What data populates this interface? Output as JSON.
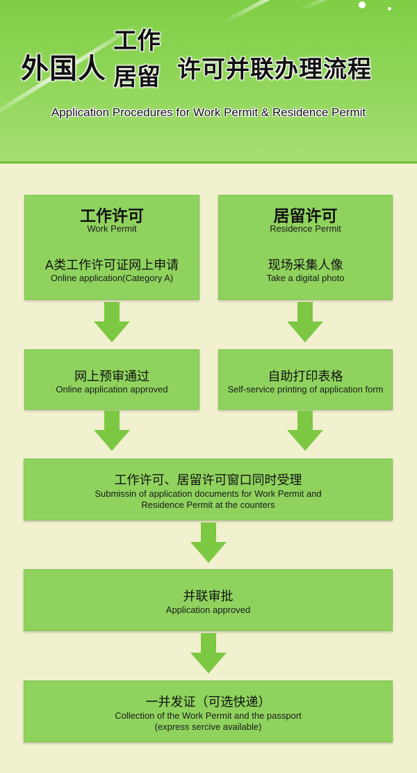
{
  "header": {
    "title_part1": "外国人",
    "title_part2_top": "工作",
    "title_part2_bottom": "居留",
    "title_part3": "许可并联办理流程",
    "title_en": "Application Procedures for Work Permit & Residence Permit"
  },
  "columns": {
    "work_permit": {
      "heading_zh": "工作许可",
      "heading_en": "Work Permit",
      "step1_zh": "A类工作许可证网上申请",
      "step1_en": "Online application(Category A)",
      "step2_zh": "网上预审通过",
      "step2_en": "Online application approved"
    },
    "residence_permit": {
      "heading_zh": "居留许可",
      "heading_en": "Residence Permit",
      "step1_zh": "现场采集人像",
      "step1_en": "Take a digital photo",
      "step2_zh": "自助打印表格",
      "step2_en": "Self-service printing of application form"
    }
  },
  "joint_steps": {
    "submission_zh": "工作许可、居留许可窗口同时受理",
    "submission_en_line1": "Submissin of application documents for Work Permit and",
    "submission_en_line2": "Residence Permit at the counters",
    "approval_zh": "并联审批",
    "approval_en": "Application approved",
    "collection_zh": "一并发证（可选快递）",
    "collection_en_line1": "Collection of the Work Permit and the passport",
    "collection_en_line2": "(express sercive available)"
  },
  "colors": {
    "header_green": "#8ed557",
    "box_green": "#8fd35e",
    "arrow_green": "#7cc842",
    "background_cream": "#f1f0cf"
  }
}
